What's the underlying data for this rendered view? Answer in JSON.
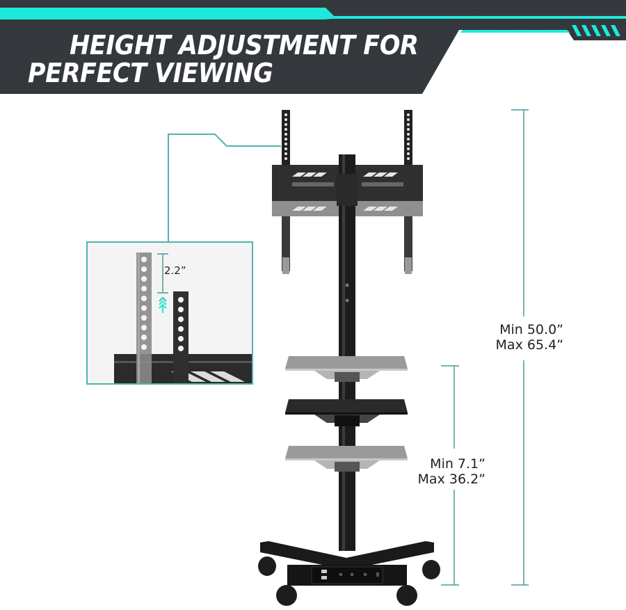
{
  "header": {
    "title_line1": "HEIGHT ADJUSTMENT FOR",
    "title_line2": "PERFECT VIEWING",
    "colors": {
      "banner_bg": "#33373c",
      "accent": "#1ee8dc"
    }
  },
  "inset": {
    "label": "2.2”",
    "icon": "double-chevron-up-arrow-icon",
    "border_color": "#4fb3ac"
  },
  "dimensions": {
    "overall_height": {
      "min": "Min 50.0”",
      "max": "Max 65.4”"
    },
    "shelf_height": {
      "min": "Min 7.1”",
      "max": "Max 36.2”"
    },
    "line_color": "#4a9a95"
  },
  "product": {
    "name": "Mobile TV stand with adjustable height, VESA mount, three shelves, power strip base and caster wheels",
    "base_ports": [
      "usb",
      "usb",
      "outlet",
      "outlet",
      "outlet",
      "switch"
    ]
  }
}
